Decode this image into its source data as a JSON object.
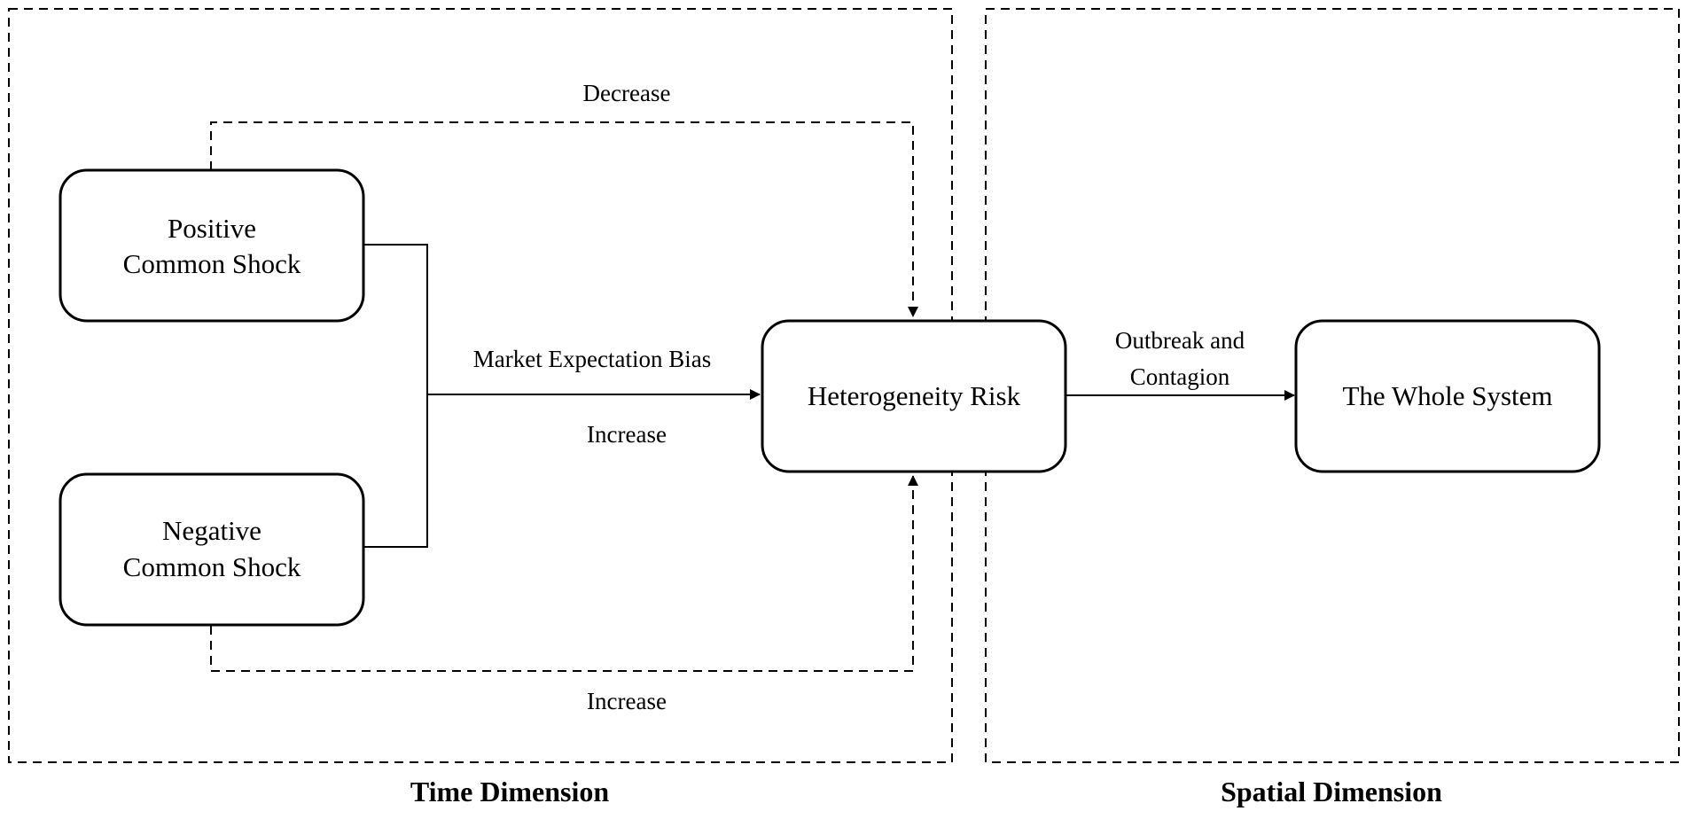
{
  "regions": {
    "time": {
      "label": "Time Dimension"
    },
    "spatial": {
      "label": "Spatial Dimension"
    }
  },
  "nodes": {
    "positive": {
      "line1": "Positive",
      "line2": "Common Shock"
    },
    "negative": {
      "line1": "Negative",
      "line2": "Common Shock"
    },
    "heterogeneity": {
      "label": "Heterogeneity Risk"
    },
    "system": {
      "label": "The Whole System"
    }
  },
  "edges": {
    "decrease": {
      "label": "Decrease"
    },
    "market_bias": {
      "label": "Market Expectation Bias",
      "sublabel": "Increase"
    },
    "increase_bottom": {
      "label": "Increase"
    },
    "outbreak": {
      "line1": "Outbreak and",
      "line2": "Contagion"
    }
  }
}
